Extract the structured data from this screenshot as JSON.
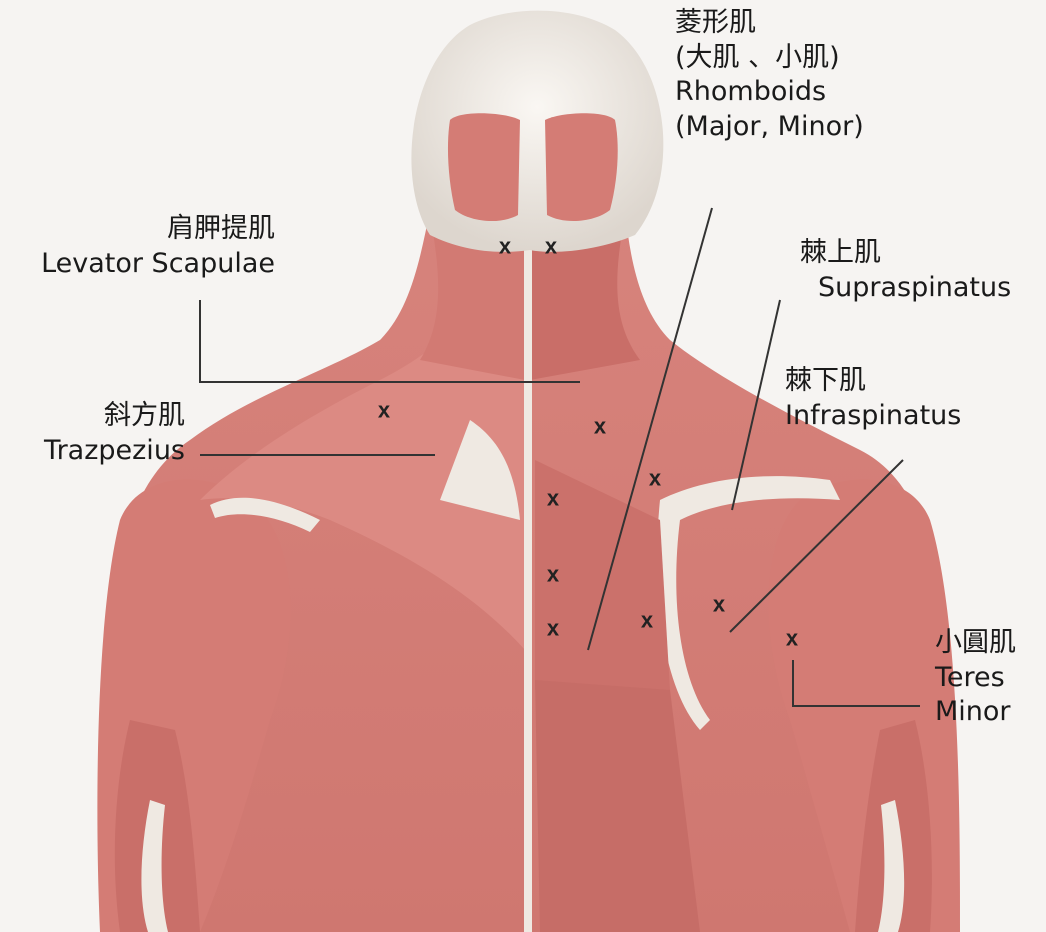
{
  "labels": {
    "rhomboids": {
      "cn": "菱形肌",
      "cn_sub": "(大肌 、小肌)",
      "en_1": "Rhomboids",
      "en_2": "(Major, Minor)"
    },
    "levator": {
      "cn": "肩胛提肌",
      "en": "Levator Scapulae"
    },
    "supraspinatus": {
      "cn": "棘上肌",
      "en": "Supraspinatus"
    },
    "infraspinatus": {
      "cn": "棘下肌",
      "en": "Infraspinatus"
    },
    "trapezius": {
      "cn": "斜方肌",
      "en": "Trazpezius"
    },
    "teres_minor": {
      "cn": "小圓肌",
      "en_1": "Teres",
      "en_2": "Minor"
    }
  },
  "marker_symbol": "x",
  "colors": {
    "muscle": "#d8857f",
    "muscle_dark": "#b85d58",
    "tendon": "#efe9e2",
    "background": "#f6f4f2",
    "line": "#333333"
  }
}
